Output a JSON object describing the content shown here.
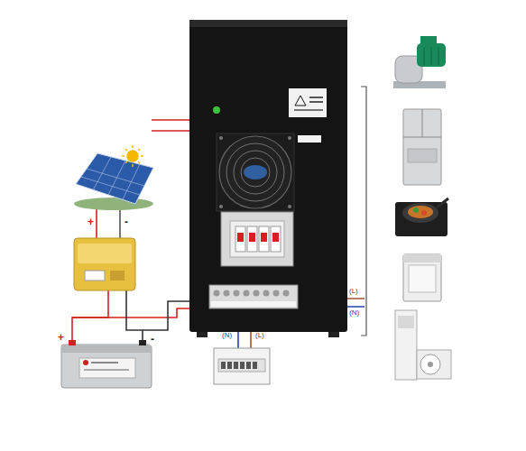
{
  "diagram": {
    "labels": [
      "+",
      "-",
      "+",
      "-",
      "(L)",
      "(N)",
      "(N)",
      "(L)"
    ]
  }
}
